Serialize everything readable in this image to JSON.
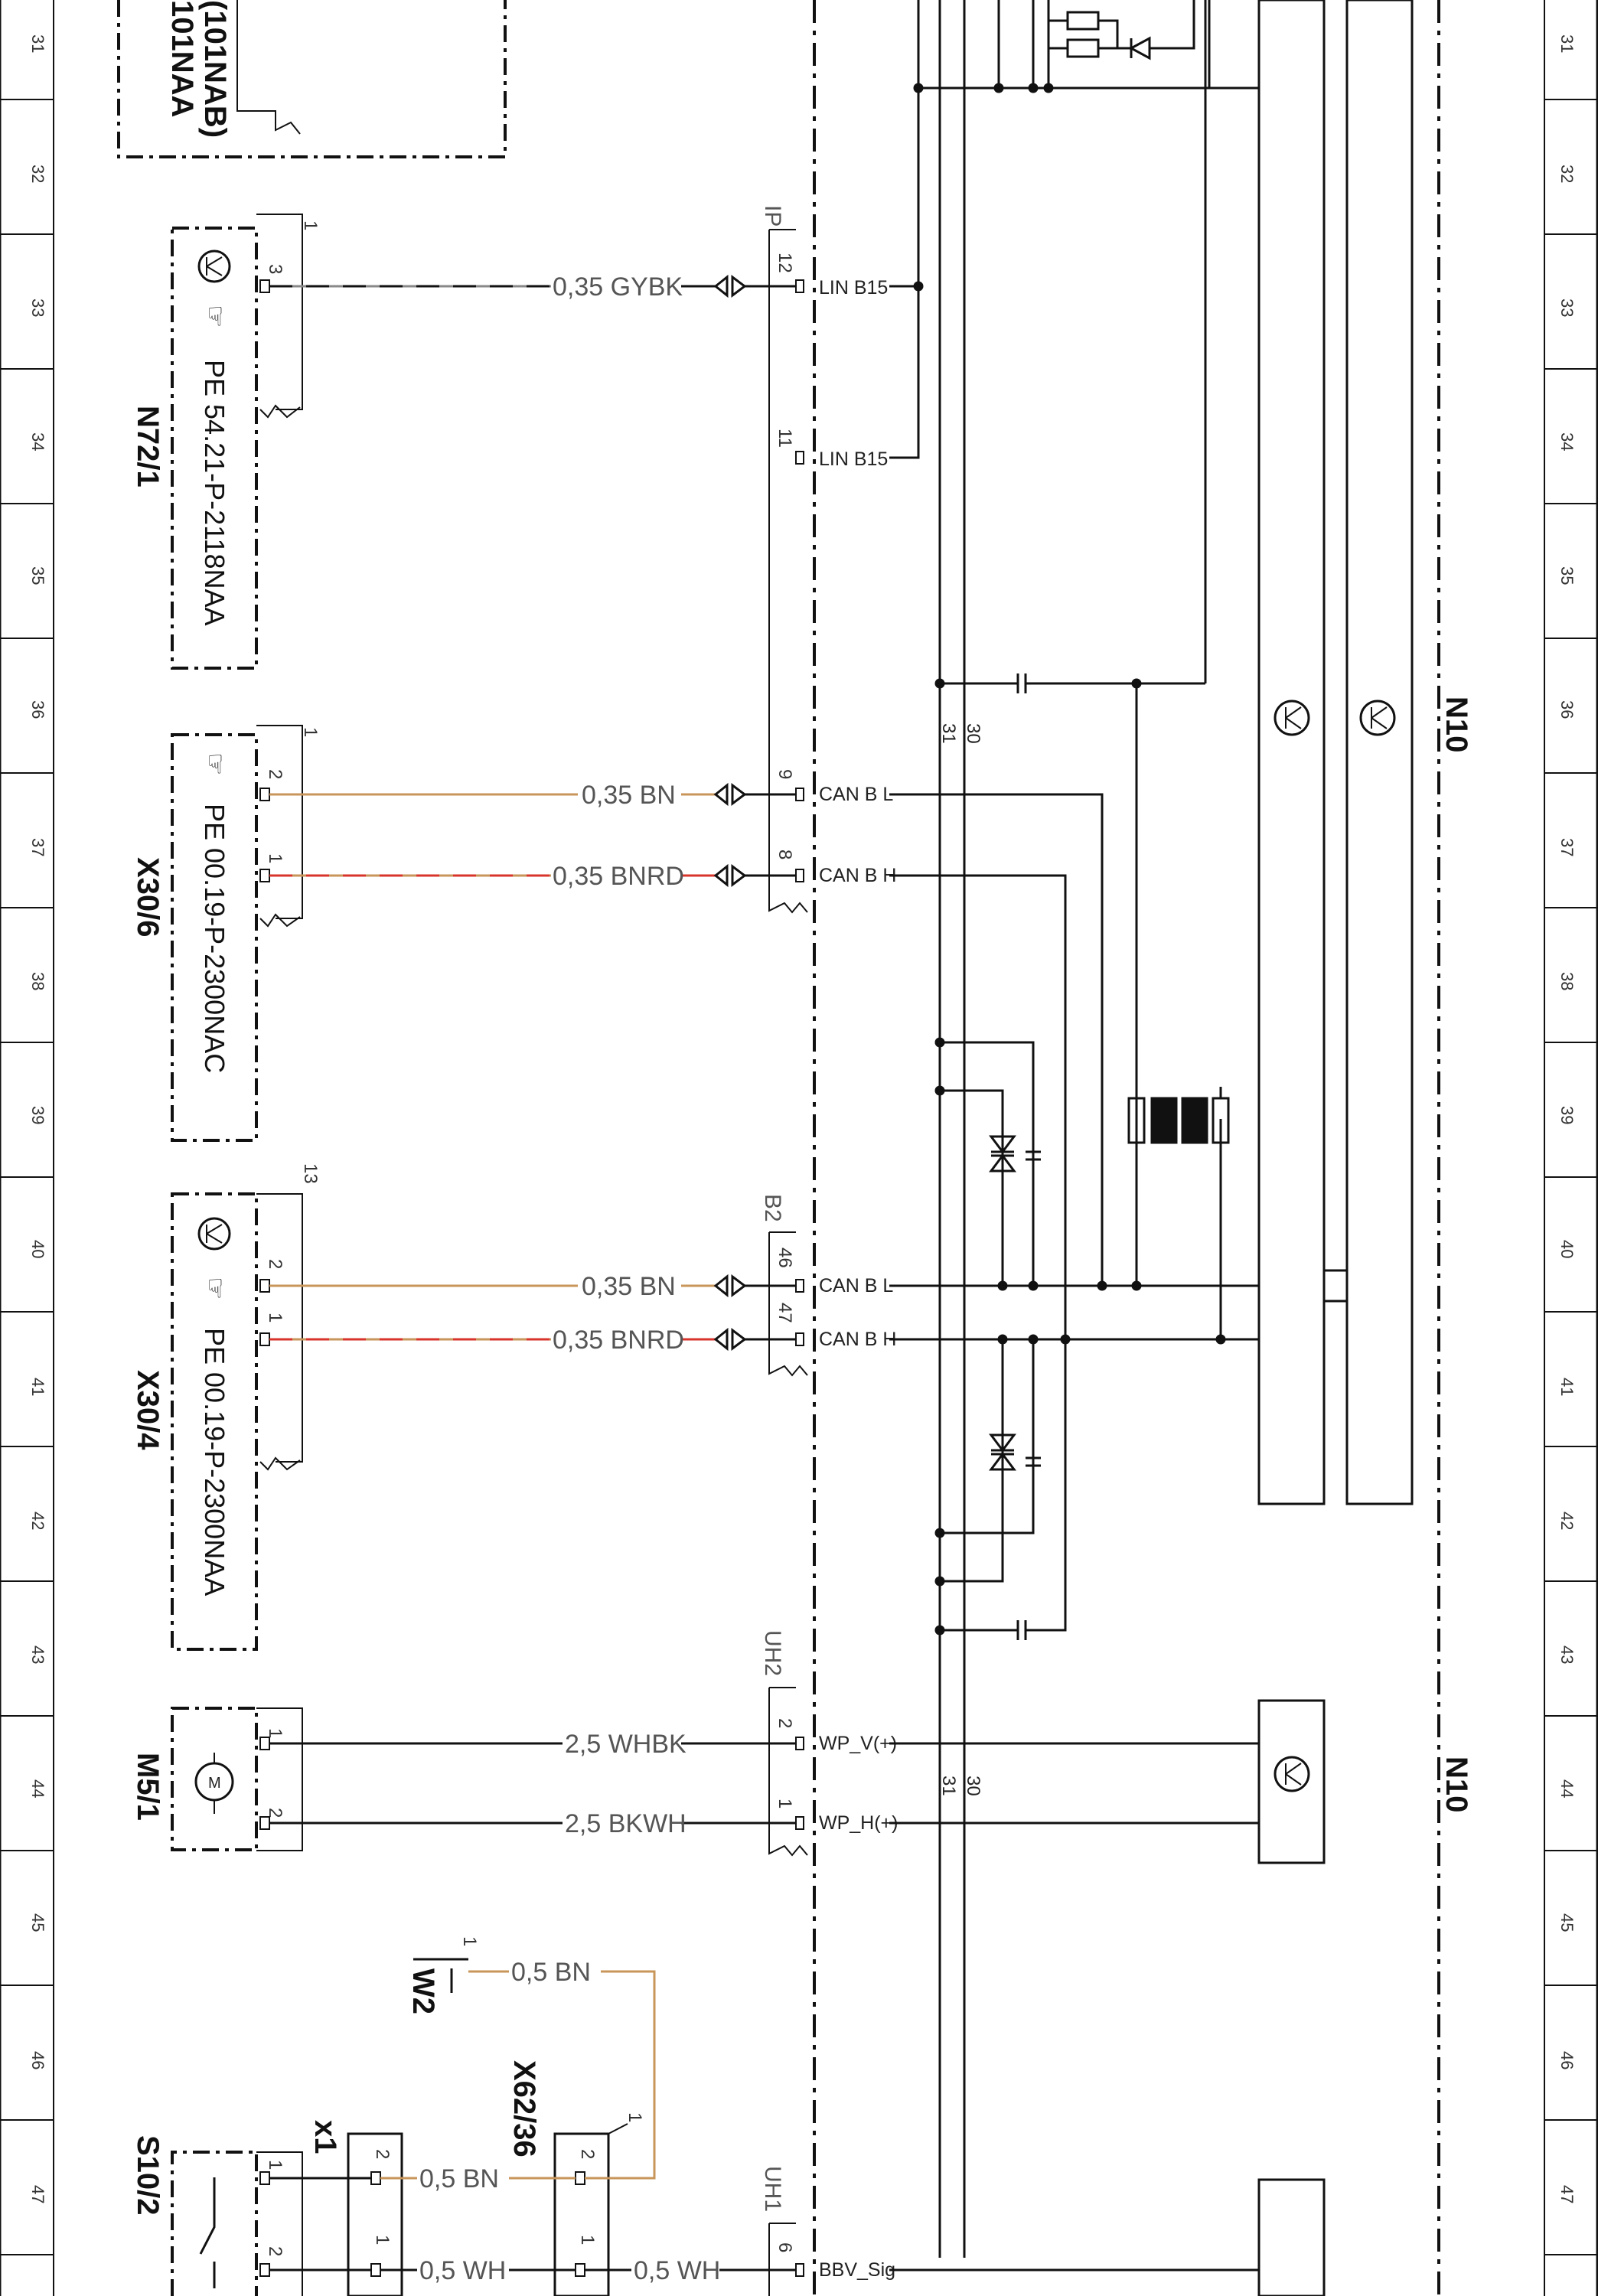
{
  "row_numbers": [
    "31",
    "32",
    "33",
    "34",
    "35",
    "36",
    "37",
    "38",
    "39",
    "40",
    "41",
    "42",
    "43",
    "44",
    "45",
    "46",
    "47"
  ],
  "colors": {
    "BN": "#c8955a",
    "RD": "#d9342b",
    "GY": "#888888",
    "BK": "#111111",
    "frame": "#111111"
  },
  "header_partial": {
    "line1": "101NAA",
    "line2": "(101NAB)"
  },
  "components": {
    "n72": {
      "ref": "N72/1",
      "doc": "PE 54.21-P-2118NAA"
    },
    "x30_6": {
      "ref": "X30/6",
      "doc": "PE 00.19-P-2300NAC"
    },
    "x30_4": {
      "ref": "X30/4",
      "doc": "PE 00.19-P-2300NAA"
    },
    "m5": {
      "ref": "M5/1"
    },
    "s10": {
      "ref": "S10/2"
    },
    "w2": {
      "ref": "W2"
    },
    "x1": {
      "ref": "x1"
    },
    "x62": {
      "ref": "X62/36"
    },
    "n10_top": {
      "ref": "N10"
    },
    "n10_bottom": {
      "ref": "N10"
    }
  },
  "connectors": {
    "ip": "IP",
    "b2": "B2",
    "uh2": "UH2",
    "uh1": "UH1"
  },
  "buses": {
    "b31": "31",
    "b30": "30"
  },
  "wires": {
    "gybk": "0,35  GYBK",
    "bn_a": "0,35  BN",
    "bnrd_a": "0,35  BNRD",
    "bn_b": "0,35  BN",
    "bnrd_b": "0,35  BNRD",
    "whbk": "2,5  WHBK",
    "bkwh": "2,5  BKWH",
    "w2_bn": "0,5  BN",
    "x1_bn": "0,5  BN",
    "x1_wh": "0,5  WH",
    "x62_wh": "0,5  WH"
  },
  "signals": {
    "lin1": "LIN B15",
    "lin2": "LIN B15",
    "canl1": "CAN B L",
    "canh1": "CAN B H",
    "canl2": "CAN B L",
    "canh2": "CAN B H",
    "wpv": "WP_V(+)",
    "wph": "WP_H(+)",
    "bbv": "BBV_Sig"
  },
  "pins": {
    "n72_1": "1",
    "n72_3": "3",
    "x306_1": "1",
    "x306_2": "2",
    "x306_p1": "1",
    "x304_13": "13",
    "x304_2": "2",
    "x304_1": "1",
    "m5_1": "1",
    "m5_2": "2",
    "s10_1": "1",
    "s10_2": "2",
    "w2_1": "1",
    "x1_2": "2",
    "x1_1": "1",
    "x62_1": "1",
    "x62_2": "2",
    "x62_p1": "1",
    "ip_12": "12",
    "ip_11": "11",
    "ip_9": "9",
    "ip_8": "8",
    "b2_46": "46",
    "b2_47": "47",
    "uh2_2": "2",
    "uh2_1": "1",
    "uh1_6": "6"
  }
}
